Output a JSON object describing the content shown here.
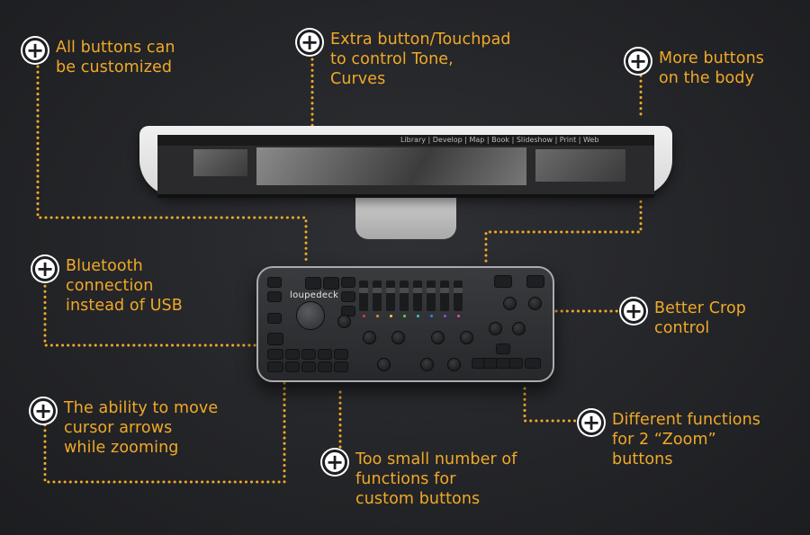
{
  "colors": {
    "accent": "#f0a928",
    "background": "#242528",
    "icon": "#ffffff"
  },
  "icon": "plus-circle-icon",
  "callouts": [
    {
      "id": "customize",
      "text": "All buttons can\nbe customized"
    },
    {
      "id": "touchpad",
      "text": "Extra button/Touchpad\nto control Tone,\nCurves"
    },
    {
      "id": "more",
      "text": "More buttons\non the body"
    },
    {
      "id": "bluetooth",
      "text": "Bluetooth\nconnection\ninstead of USB"
    },
    {
      "id": "crop",
      "text": "Better Crop\ncontrol"
    },
    {
      "id": "arrows",
      "text": "The ability to move\ncursor arrows\nwhile zooming"
    },
    {
      "id": "functions",
      "text": "Too small number of\nfunctions for\ncustom buttons"
    },
    {
      "id": "zoom",
      "text": "Different functions\nfor 2 “Zoom”\nbuttons"
    }
  ],
  "device": {
    "brand": "loupedeck"
  },
  "monitor": {
    "menu": "Library | Develop | Map | Book | Slideshow | Print | Web"
  }
}
